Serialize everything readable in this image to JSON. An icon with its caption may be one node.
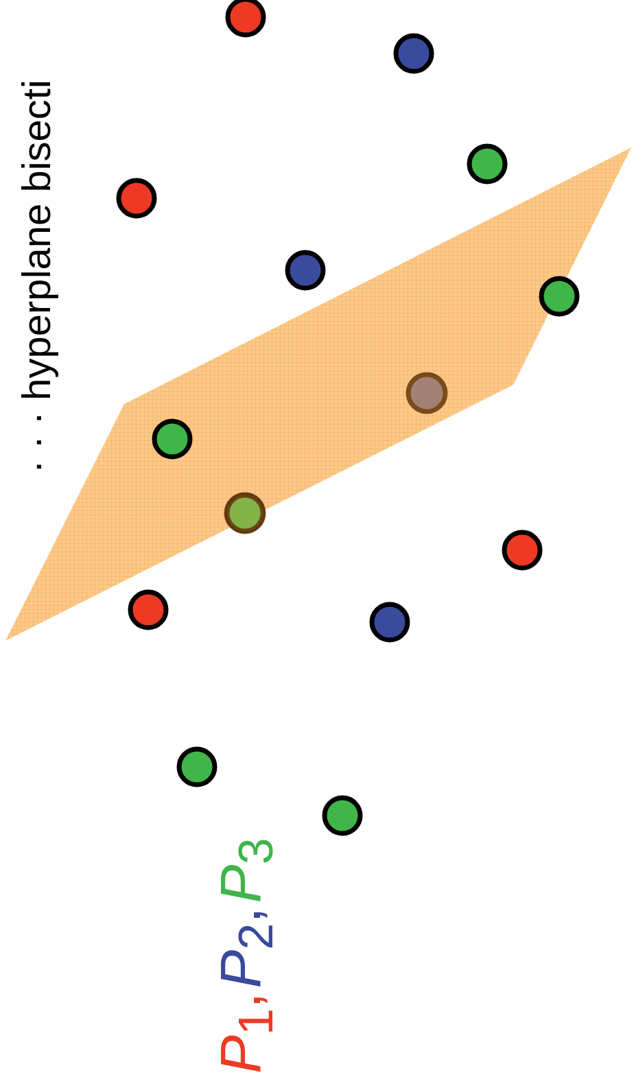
{
  "diagram": {
    "labels": [
      "· · · hyperplane bisecti",
      "*P*$_{1}$,",
      "*P*$_{2}$,",
      "*P*$_{3}$"
    ]
  }
}
